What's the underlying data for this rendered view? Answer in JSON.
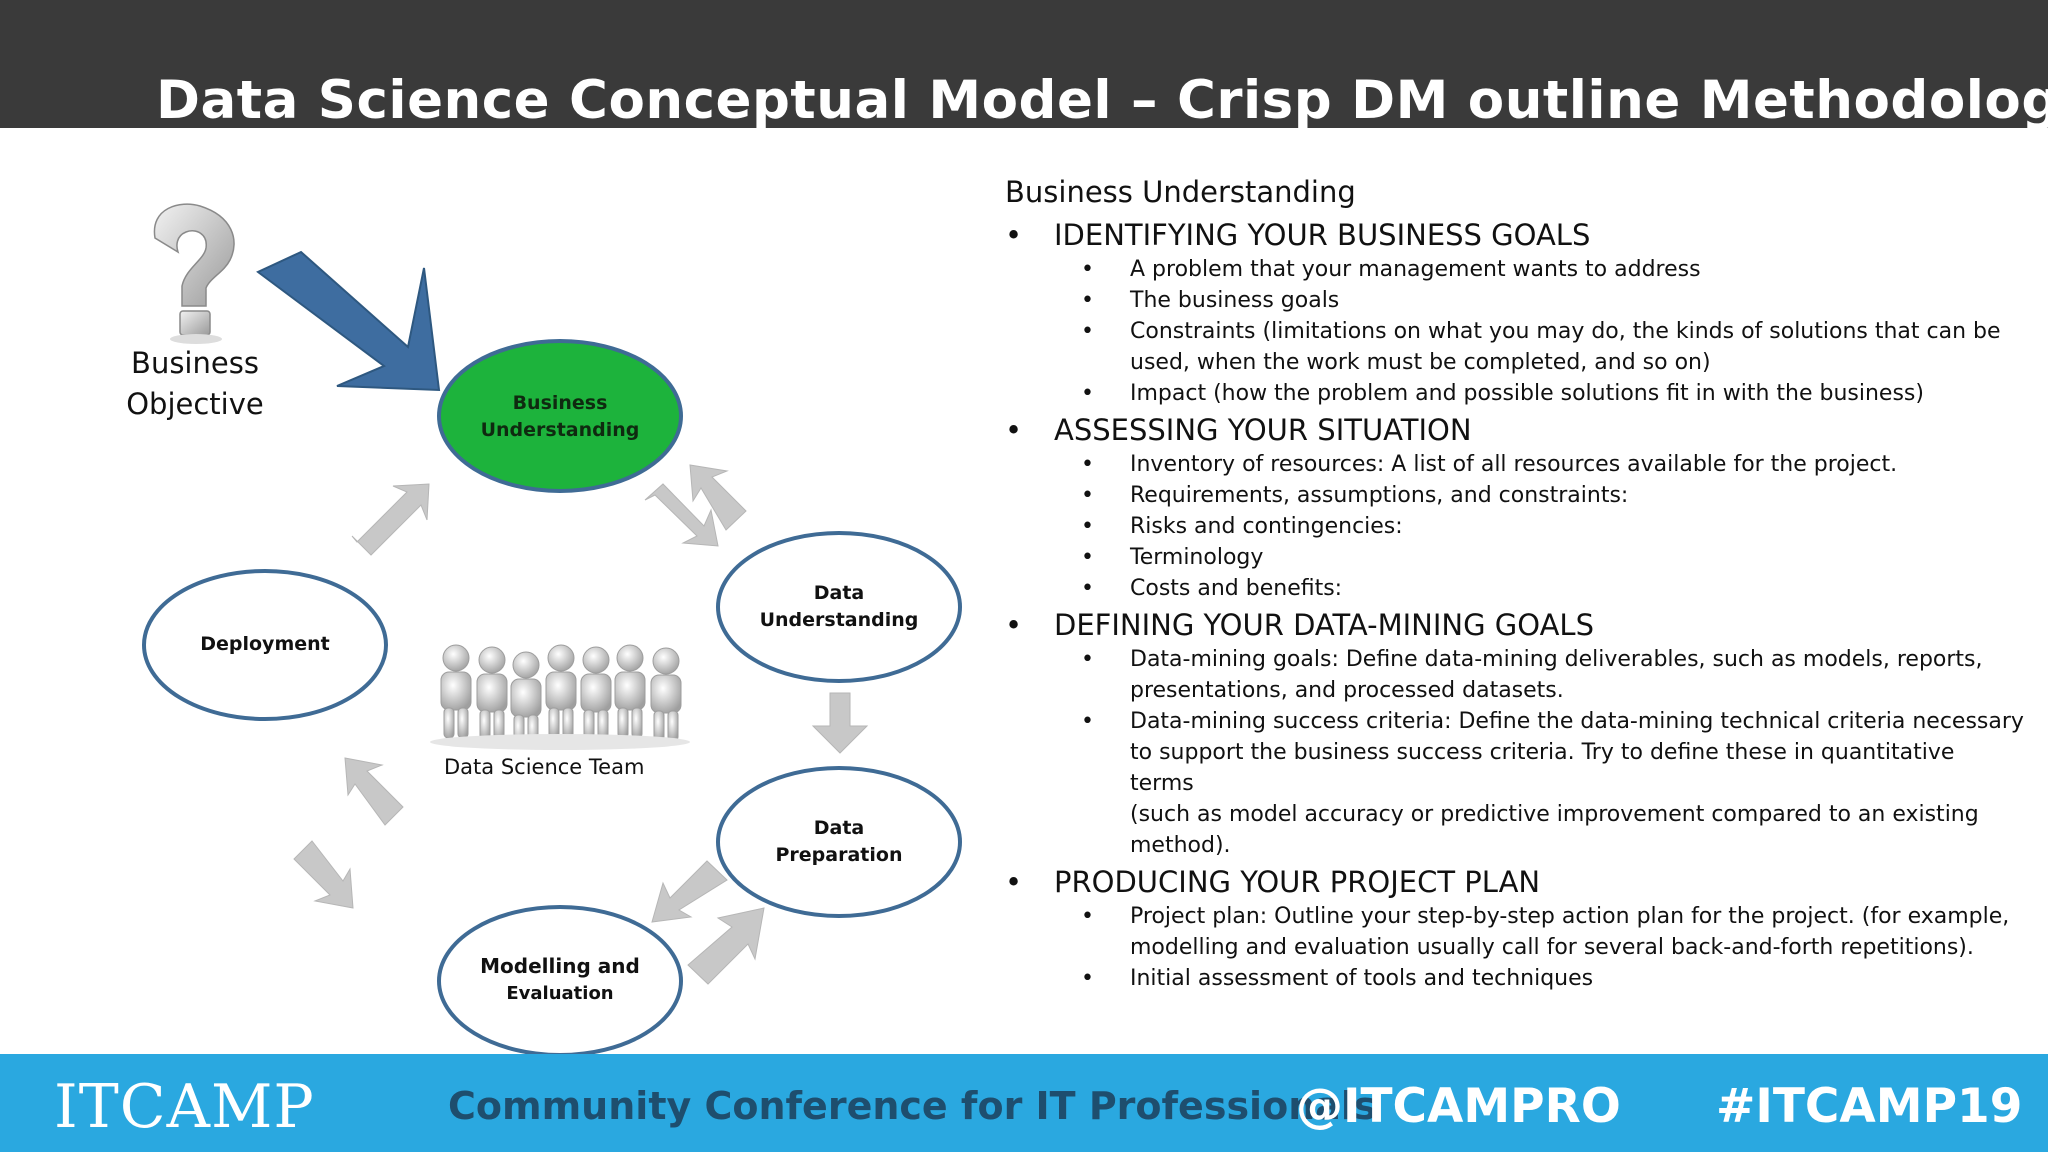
{
  "header": {
    "title": "Data Science Conceptual Model – Crisp DM outline Methodology"
  },
  "diagram": {
    "business_objective": [
      "Business",
      "Objective"
    ],
    "nodes": {
      "business_understanding": [
        "Business",
        "Understanding"
      ],
      "data_understanding": [
        "Data",
        "Understanding"
      ],
      "data_preparation": [
        "Data",
        "Preparation"
      ],
      "modelling": [
        "Modelling and",
        "Evaluation"
      ],
      "deployment": [
        "Deployment"
      ]
    },
    "team_label": "Data Science Team",
    "colors": {
      "business_fill": "#1db33c",
      "ellipse_stroke": "#3f6b95",
      "big_arrow": "#3e6da0",
      "small_arrow": "#c8c8c8"
    }
  },
  "content": {
    "heading": "Business Understanding",
    "sections": [
      {
        "title": "IDENTIFYING YOUR BUSINESS GOALS",
        "items": [
          [
            "A problem that your management wants to address"
          ],
          [
            "The business goals"
          ],
          [
            "Constraints (limitations on what you may do, the kinds of solutions that can be",
            "used, when the work must be completed, and so on)"
          ],
          [
            "Impact (how the problem and possible solutions fit in with the business)"
          ]
        ]
      },
      {
        "title": "ASSESSING YOUR SITUATION",
        "items": [
          [
            "Inventory of resources: A list of all resources available for the project."
          ],
          [
            "Requirements, assumptions, and constraints:"
          ],
          [
            "Risks and contingencies:"
          ],
          [
            "Terminology"
          ],
          [
            "Costs and benefits:"
          ]
        ]
      },
      {
        "title": "DEFINING YOUR DATA-MINING GOALS",
        "items": [
          [
            "Data-mining goals: Define data-mining deliverables, such as models, reports,",
            "presentations, and processed datasets."
          ],
          [
            "Data-mining success criteria: Define the data-mining technical criteria necessary",
            "to support the business success criteria. Try to define these in quantitative terms",
            "(such as model accuracy or predictive improvement compared to an existing",
            "method)."
          ]
        ]
      },
      {
        "title": "PRODUCING YOUR PROJECT PLAN",
        "items": [
          [
            "Project plan: Outline your step-by-step action plan for the project. (for example,",
            "modelling and evaluation usually call for several back-and-forth repetitions)."
          ],
          [
            "Initial assessment of tools and techniques"
          ]
        ]
      }
    ]
  },
  "footer": {
    "logo": "ITCAMP",
    "tagline": "Community Conference for IT Professionals",
    "handle": "@ITCAMPRO",
    "hashtag": "#ITCAMP19",
    "background": "#2aa8e0"
  }
}
